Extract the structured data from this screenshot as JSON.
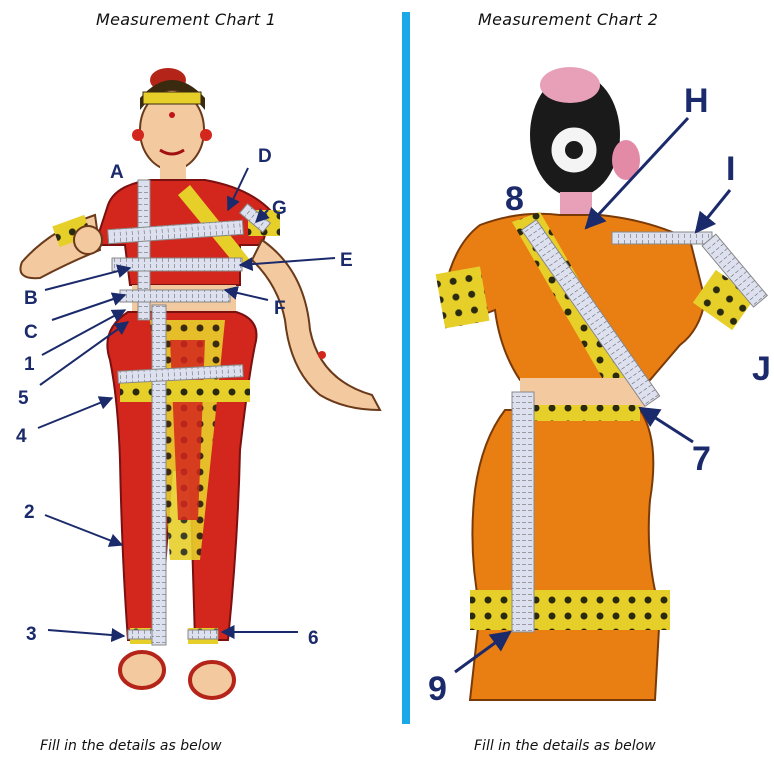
{
  "chart1": {
    "title": "Measurement Chart 1",
    "footer": "Fill in the details as below",
    "labels": {
      "A": "A",
      "B": "B",
      "C": "C",
      "D": "D",
      "E": "E",
      "F": "F",
      "G": "G",
      "n1": "1",
      "n2": "2",
      "n3": "3",
      "n4": "4",
      "n5": "5",
      "n6": "6"
    }
  },
  "chart2": {
    "title": "Measurement Chart 2",
    "footer": "Fill in the details as below",
    "labels": {
      "H": "H",
      "I": "I",
      "J": "J",
      "n7": "7",
      "n8": "8",
      "n9": "9"
    }
  },
  "colors": {
    "divider": "#1aa8e8",
    "arrow": "#1b2a6b",
    "tape": "#dde0ee",
    "saree_red": "#d3261c",
    "saree_orange": "#e97e12",
    "border_yellow": "#e7cf2a",
    "skin": "#f3c9a0"
  }
}
